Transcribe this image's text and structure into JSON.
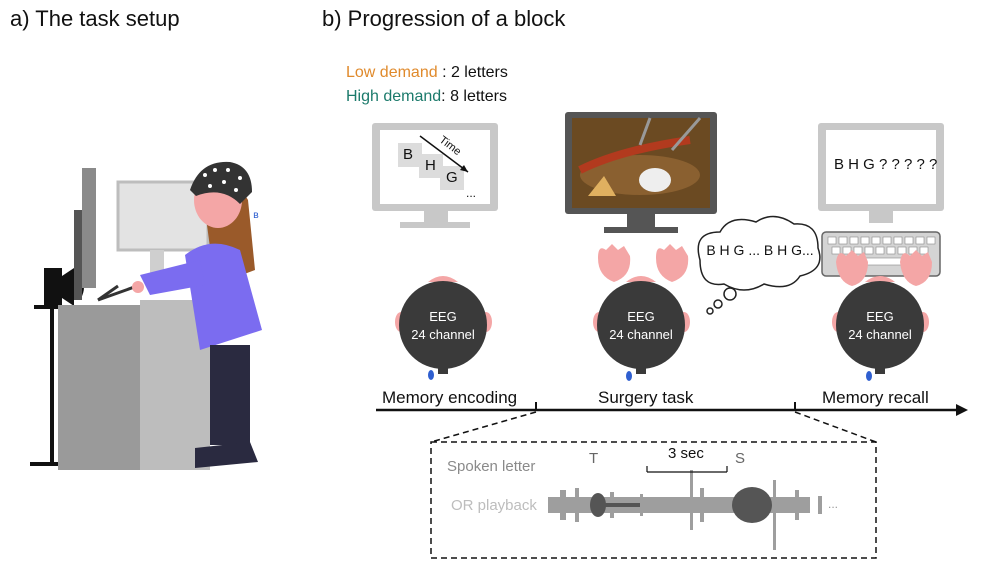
{
  "panel_a": {
    "title": "a) The task setup"
  },
  "panel_b": {
    "title": "b) Progression of a block",
    "legend": {
      "low_label": "Low demand",
      "low_value": " : 2 letters",
      "high_label": "High demand",
      "high_value": ": 8 letters",
      "low_color": "#e08a2c",
      "high_color": "#1b7a6b"
    },
    "encoding_screen": {
      "letters": [
        "B",
        "H",
        "G"
      ],
      "time_label": "Time",
      "ellipsis": "..."
    },
    "recall_screen": {
      "text": "B H G ? ? ? ? ?"
    },
    "thought_bubble": {
      "text": "B H G ... B H G..."
    },
    "eeg": {
      "line1": "EEG",
      "line2": "24 channel"
    },
    "stages": [
      "Memory encoding",
      "Surgery task",
      "Memory recall"
    ],
    "audio": {
      "duration_label": "3 sec",
      "letter_1": "T",
      "letter_2": "S",
      "spoken_label": "Spoken letter",
      "playback_label": "OR playback",
      "ellipsis": "..."
    }
  },
  "colors": {
    "monitor_gray": "#c8c8c8",
    "head_dark": "#3a3a3a",
    "skin": "#f4a6a6",
    "shirt": "#7b6cf0",
    "hair": "#9a5a2a",
    "bluetooth": "#2f5fd0"
  }
}
